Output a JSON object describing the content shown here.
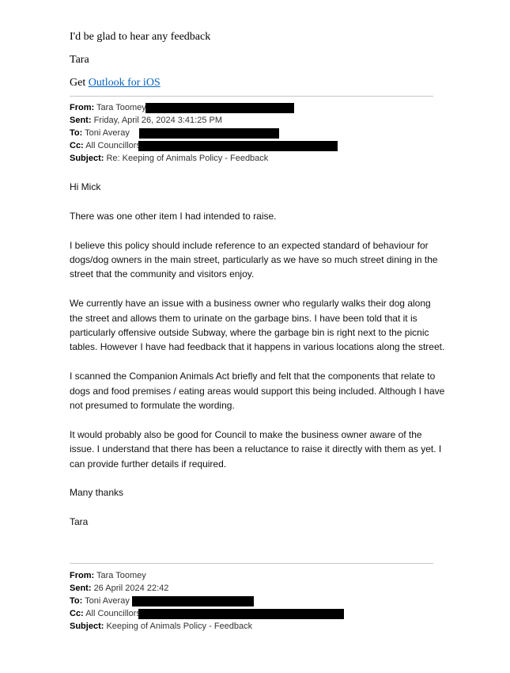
{
  "intro": {
    "line1": "I'd be glad to hear any feedback",
    "signature": "Tara",
    "get_prefix": "Get ",
    "outlook_link": "Outlook for iOS"
  },
  "header1": {
    "from_label": "From:",
    "from_value": "Tara Toomey",
    "sent_label": "Sent:",
    "sent_value": "Friday, April 26, 2024 3:41:25 PM",
    "to_label": "To:",
    "to_value": "Toni Averay",
    "cc_label": "Cc:",
    "cc_value": "All Councillors",
    "subject_label": "Subject:",
    "subject_value": "Re: Keeping of Animals Policy - Feedback"
  },
  "message": {
    "greeting": "Hi Mick",
    "paragraphs": [
      "There was one other item I had intended to raise.",
      "I believe this policy should include reference to an expected standard of behaviour for dogs/dog owners in the main street, particularly as we have so much street dining in the street that the community and visitors enjoy.",
      "We currently have an issue with a business owner who regularly walks their dog along the street and allows them to urinate on the garbage bins.  I have been told that it is particularly offensive outside Subway, where the garbage bin is right next to the picnic tables.  However I have had feedback that it happens in various locations along the street.",
      "I scanned the Companion Animals Act briefly and felt that the components that relate to dogs and food premises / eating areas would support this being included.  Although I have not presumed to formulate the wording.",
      "It would probably also be good for Council to make the business owner aware of the issue.  I understand that there has been a reluctance to raise it directly with them as yet.  I can provide further details if required."
    ],
    "closing": "Many thanks",
    "signature": "Tara"
  },
  "header2": {
    "from_label": "From:",
    "from_value": "Tara Toomey",
    "sent_label": "Sent:",
    "sent_value": "26 April 2024 22:42",
    "to_label": "To:",
    "to_value": "Toni Averay",
    "cc_label": "Cc:",
    "cc_value": "All Councillors",
    "subject_label": "Subject:",
    "subject_value": "Keeping of Animals Policy - Feedback"
  }
}
